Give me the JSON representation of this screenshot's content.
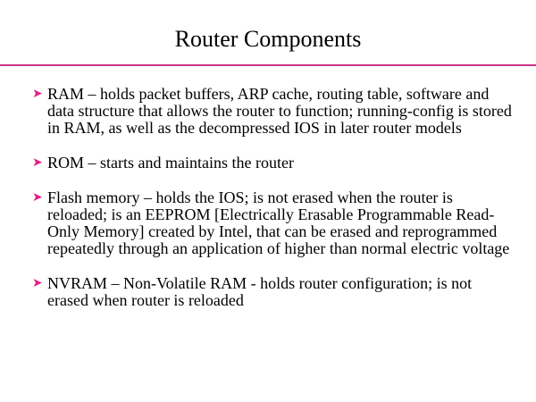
{
  "title": "Router Components",
  "accent_color": "#cc3388",
  "bullet_icon": "arrowhead-bullet-icon",
  "bullets": [
    {
      "text": "RAM – holds packet buffers, ARP cache, routing table, software and data structure that allows the router to function; running-config is stored in RAM, as well as the decompressed IOS in later router models"
    },
    {
      "text": "ROM – starts and maintains the router"
    },
    {
      "text": "Flash memory – holds the IOS; is not erased when the router is reloaded; is an EEPROM [Electrically Erasable Programmable Read-Only Memory] created by Intel, that can be erased and reprogrammed repeatedly through an application of higher than normal electric voltage"
    },
    {
      "text": "NVRAM – Non-Volatile RAM - holds router configuration; is not erased when router is reloaded"
    }
  ]
}
